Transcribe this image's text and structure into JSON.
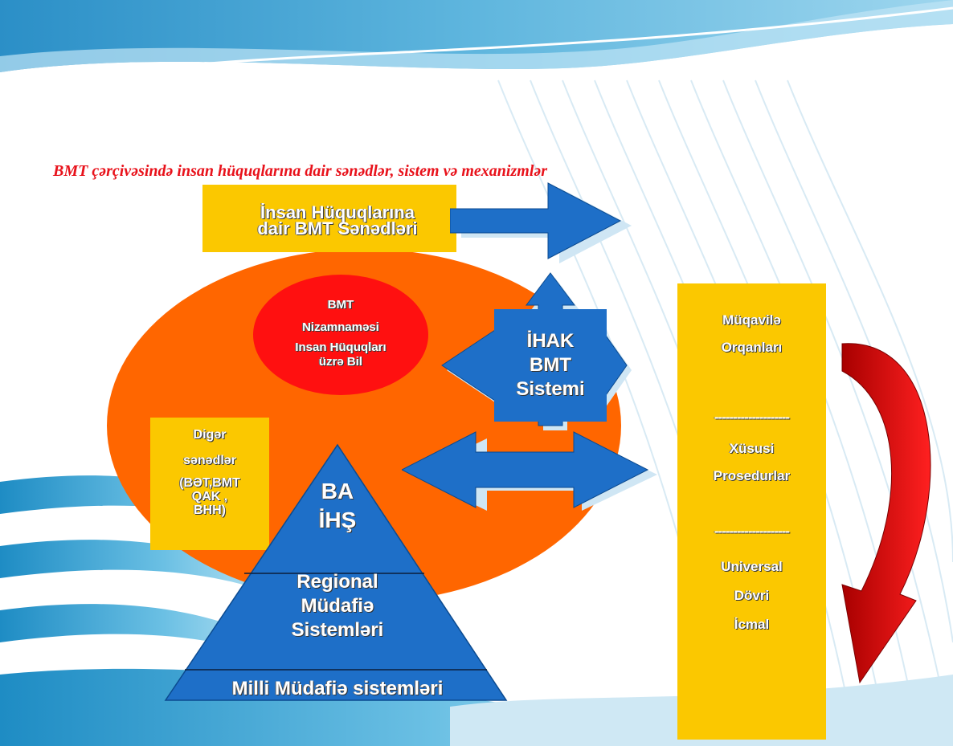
{
  "title": "BMT çərçivəsində insan hüquqlarına dair sənədlər, sistem və mexanizmlər",
  "top_box": [
    "İnsan Hüquqlarına",
    "dair BMT Sənədləri"
  ],
  "ellipse": [
    "BMT",
    "Nizamnaməsi",
    "Insan Hüquqları",
    "üzrə Bil"
  ],
  "center": [
    "İHAK",
    "BMT",
    "Sistemi"
  ],
  "other_docs": [
    "Digər",
    "sənədlər",
    "(BƏT,BMT",
    "QAK ,",
    "BHH)"
  ],
  "pyramid": {
    "top": [
      "BA",
      "İHŞ"
    ],
    "middle": [
      "Regional",
      "Müdafiə",
      "Sistemləri"
    ],
    "bottom": "Milli Müdafiə sistemləri"
  },
  "right_panel": {
    "section1": [
      "Müqavilə",
      "Orqanları"
    ],
    "divider1": "--------------------",
    "section2": [
      "Xüsusi",
      "Prosedurlar"
    ],
    "divider2": "--------------------",
    "section3": [
      "Universal",
      "Dövri",
      "İcmal"
    ]
  },
  "colors": {
    "title_red": "#e8121b",
    "orange": "#ff6600",
    "red": "#ff1010",
    "blue": "#1e6fc8",
    "yellow": "#fbc800",
    "arrow_red": "#d40000"
  }
}
